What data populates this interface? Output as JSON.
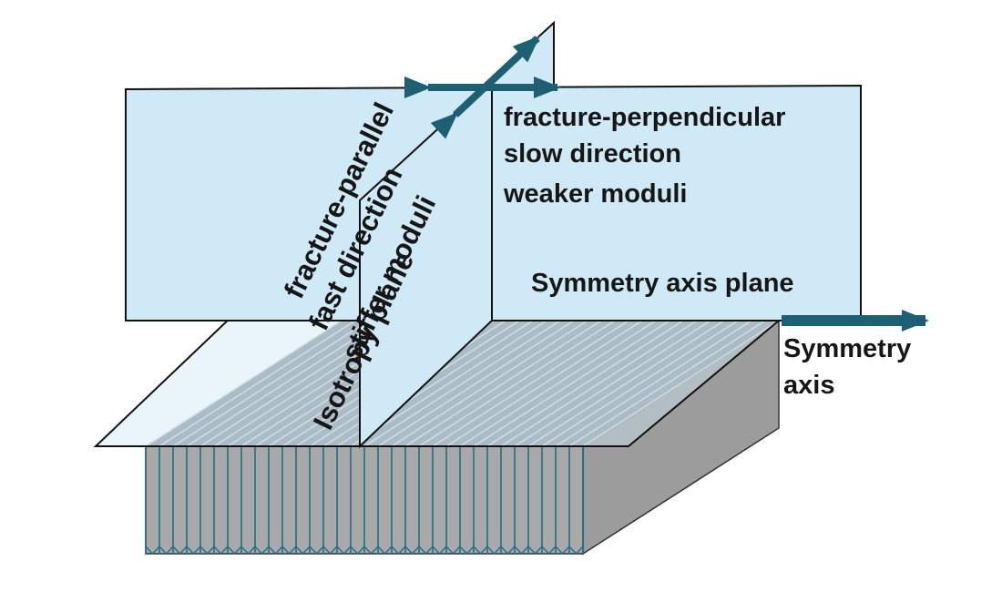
{
  "labels": {
    "perpendicular": {
      "line1": "fracture-perpendicular",
      "line2": "slow direction",
      "line3": "weaker moduli"
    },
    "symmetry_plane": "Symmetry axis plane",
    "symmetry_axis": {
      "line1": "Symmetry",
      "line2": "axis"
    },
    "parallel": {
      "line1": "fracture-parallel",
      "line2": "fast direction",
      "line3": "stiffer moduli",
      "line4": "Isotropy plane"
    }
  },
  "colors": {
    "plane_fill": "#cfe9f6",
    "plane_stroke": "#111111",
    "arrow": "#1d5f73",
    "slab_side": "#9c9c9c",
    "slab_front": "#a9a9a9",
    "fracture_line": "#1f7088"
  },
  "fracture_count": 32
}
